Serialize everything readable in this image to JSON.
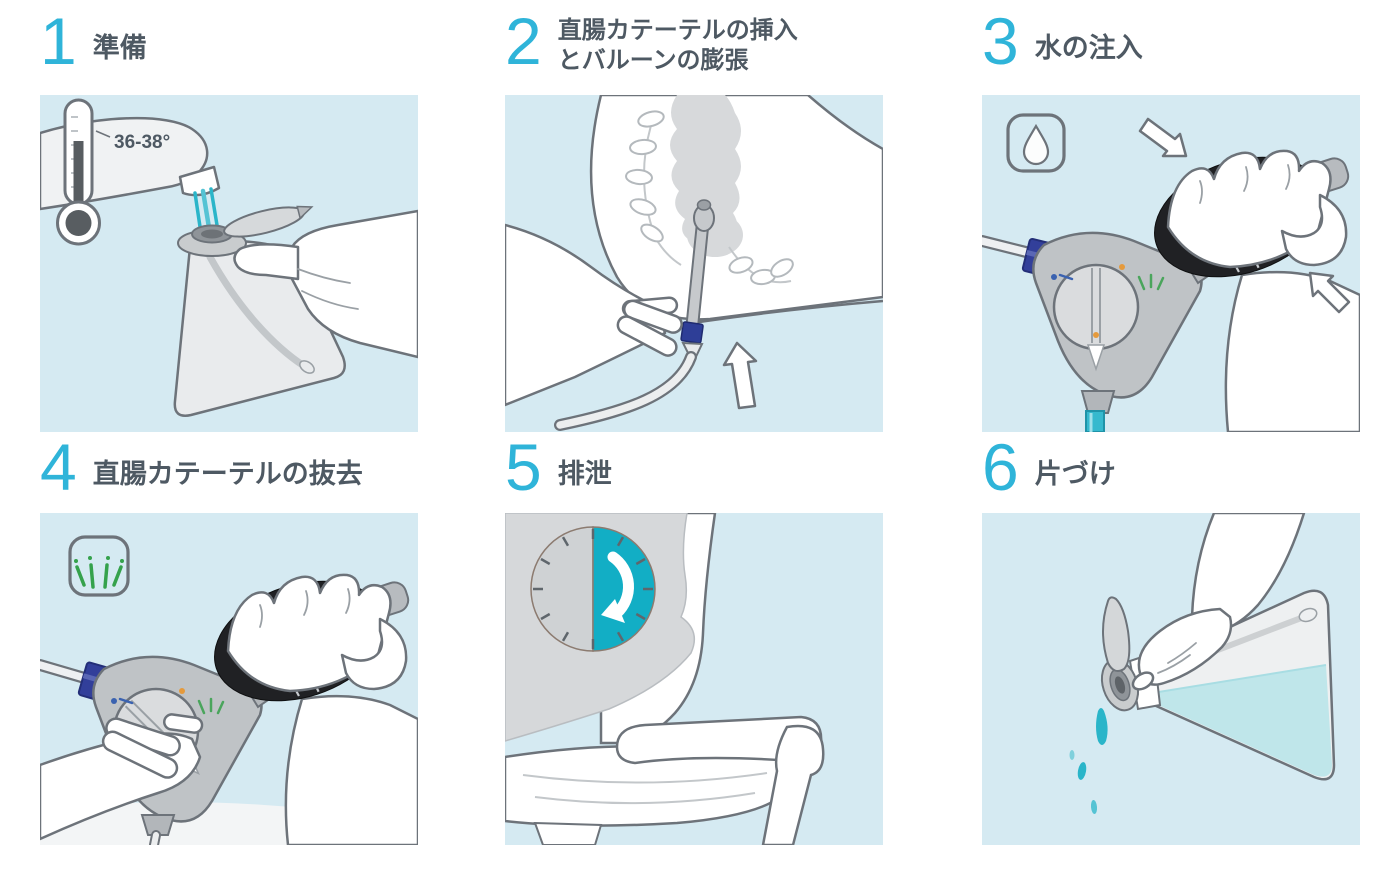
{
  "accent_colors": {
    "step_number_cyan": "#2fb4d9",
    "title_text": "#4e5963",
    "panel_background": "#d5eaf2",
    "water_teal": "#2ab5c9",
    "timer_teal": "#12aec5",
    "connector_blue": "#323f9a",
    "pump_bulb_black": "#202124",
    "spray_green": "#35a24c",
    "marker_orange": "#e59a3c"
  },
  "steps": [
    {
      "number": "1",
      "title_line1": "準備",
      "title_line2": ""
    },
    {
      "number": "2",
      "title_line1": "直腸カテーテルの挿入",
      "title_line2": "とバルーンの膨張"
    },
    {
      "number": "3",
      "title_line1": "水の注入",
      "title_line2": ""
    },
    {
      "number": "4",
      "title_line1": "直腸カテーテルの抜去",
      "title_line2": ""
    },
    {
      "number": "5",
      "title_line1": "排泄",
      "title_line2": ""
    },
    {
      "number": "6",
      "title_line1": "片づけ",
      "title_line2": ""
    }
  ],
  "illustrations": {
    "step1": {
      "temperature_label": "36-38°",
      "depicts": "faucet filling water bag, thermometer 36-38 degrees"
    },
    "step2": {
      "depicts": "pelvis cross-section, rectal catheter inserted, hand holding, up arrow"
    },
    "step3": {
      "badge_icon": "water-drop",
      "depicts": "hand squeezing black pump bulb on control unit, squeeze arrows"
    },
    "step4": {
      "badge_icon": "spray",
      "depicts": "hand on control-unit dial, other hand holding pump bulb"
    },
    "step5": {
      "badge_icon": "timer",
      "depicts": "person seated on toilet, timer dial half elapsed"
    },
    "step6": {
      "depicts": "hand tilting water bag, remaining water pouring out"
    }
  }
}
